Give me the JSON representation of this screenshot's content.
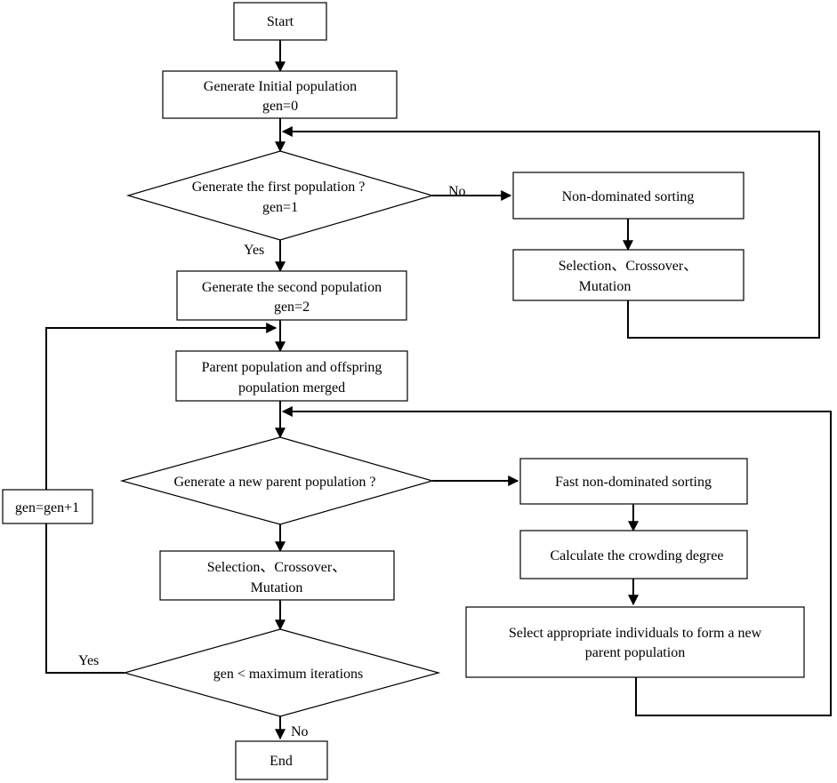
{
  "nodes": {
    "start": [
      "Start"
    ],
    "init": [
      "Generate Initial population",
      "gen=0"
    ],
    "first": [
      "Generate the first  population ?",
      "gen=1"
    ],
    "nds": [
      "Non-dominated sorting"
    ],
    "sel1": [
      "Selection、Crossover、",
      "Mutation"
    ],
    "second": [
      "Generate the second population",
      "gen=2"
    ],
    "merge": [
      "Parent population and offspring",
      "population merged"
    ],
    "newparent": [
      "Generate a new parent population ?"
    ],
    "fnds": [
      "Fast non-dominated sorting"
    ],
    "crowd": [
      "Calculate the crowding degree"
    ],
    "selind": [
      "Select appropriate individuals to form a new",
      "parent population"
    ],
    "sel2": [
      "Selection、Crossover、",
      "Mutation"
    ],
    "gencheck": [
      "gen < maximum iterations"
    ],
    "geninc": [
      "gen=gen+1"
    ],
    "end": [
      "End"
    ]
  },
  "labels": {
    "first_no": "No",
    "first_yes": "Yes",
    "iter_yes": "Yes",
    "iter_no": "No"
  }
}
